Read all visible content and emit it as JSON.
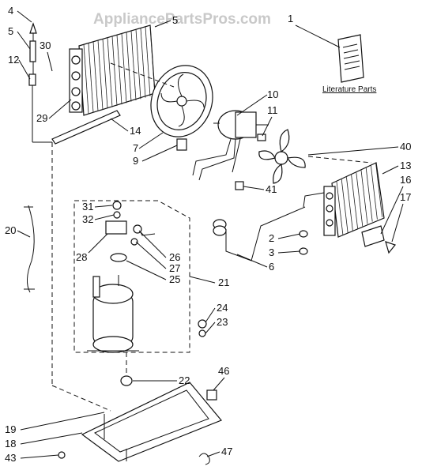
{
  "watermark": "AppliancePartsPros.com",
  "literature_label": "Literature Parts",
  "callouts": [
    {
      "id": "c4",
      "text": "4"
    },
    {
      "id": "c5a",
      "text": "5"
    },
    {
      "id": "c5b",
      "text": "5"
    },
    {
      "id": "c30",
      "text": "30"
    },
    {
      "id": "c12",
      "text": "12"
    },
    {
      "id": "c1",
      "text": "1"
    },
    {
      "id": "c29",
      "text": "29"
    },
    {
      "id": "c14",
      "text": "14"
    },
    {
      "id": "c7",
      "text": "7"
    },
    {
      "id": "c9",
      "text": "9"
    },
    {
      "id": "c10",
      "text": "10"
    },
    {
      "id": "c11",
      "text": "11"
    },
    {
      "id": "c40",
      "text": "40"
    },
    {
      "id": "c13",
      "text": "13"
    },
    {
      "id": "c16",
      "text": "16"
    },
    {
      "id": "c17",
      "text": "17"
    },
    {
      "id": "c41",
      "text": "41"
    },
    {
      "id": "c20",
      "text": "20"
    },
    {
      "id": "c31",
      "text": "31"
    },
    {
      "id": "c32",
      "text": "32"
    },
    {
      "id": "c28",
      "text": "28"
    },
    {
      "id": "c26",
      "text": "26"
    },
    {
      "id": "c27",
      "text": "27"
    },
    {
      "id": "c25",
      "text": "25"
    },
    {
      "id": "c21",
      "text": "21"
    },
    {
      "id": "c2",
      "text": "2"
    },
    {
      "id": "c3",
      "text": "3"
    },
    {
      "id": "c6",
      "text": "6"
    },
    {
      "id": "c24",
      "text": "24"
    },
    {
      "id": "c23",
      "text": "23"
    },
    {
      "id": "c22",
      "text": "22"
    },
    {
      "id": "c46",
      "text": "46"
    },
    {
      "id": "c19",
      "text": "19"
    },
    {
      "id": "c18",
      "text": "18"
    },
    {
      "id": "c43",
      "text": "43"
    },
    {
      "id": "c47",
      "text": "47"
    }
  ]
}
